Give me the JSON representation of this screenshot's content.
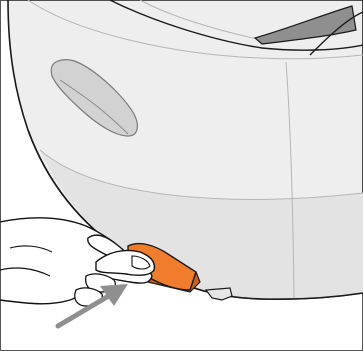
{
  "figure": {
    "title": "",
    "caption": "",
    "colors": {
      "appliance_body": "#eeeeee",
      "appliance_lower_band": "#e3e3e3",
      "appliance_outline": "#1a1a1a",
      "panel_line": "#b5b5b5",
      "lid_dark_insert": "#8f8f8f",
      "handle_recess": "#d2d2d2",
      "release_tab": "#f07d2e",
      "release_tab_shadow": "#c8621c",
      "arrow": "#8f8f8f",
      "hand_outline": "#111111",
      "hand_fill": "#ffffff"
    },
    "icons": [
      "appliance-body",
      "release-tab",
      "hand-illustration",
      "push-arrow-icon"
    ],
    "action": "push"
  }
}
